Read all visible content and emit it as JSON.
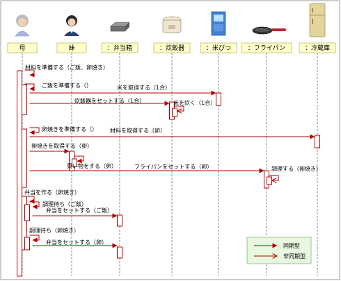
{
  "participants": [
    {
      "id": "mother",
      "label": "母",
      "icon": "mother-person-icon"
    },
    {
      "id": "sister",
      "label": "妹",
      "icon": "sister-person-icon"
    },
    {
      "id": "bento",
      "label": "：弁当箱",
      "icon": "lunchbox-icon"
    },
    {
      "id": "cooker",
      "label": "：炊飯器",
      "icon": "rice-cooker-icon"
    },
    {
      "id": "ricebin",
      "label": "：米びつ",
      "icon": "rice-bin-icon"
    },
    {
      "id": "pan",
      "label": "：フライパン",
      "icon": "frying-pan-icon"
    },
    {
      "id": "fridge",
      "label": "：冷蔵庫",
      "icon": "refrigerator-icon"
    }
  ],
  "messages": [
    {
      "from": "mother",
      "to": "mother",
      "label": "材料を準備する（ご飯、卵焼き）",
      "kind": "sync"
    },
    {
      "from": "mother",
      "to": "mother",
      "label": "ご飯を準備する（）",
      "kind": "sync"
    },
    {
      "from": "mother",
      "to": "ricebin",
      "label": "米を取得する（1合）",
      "kind": "sync"
    },
    {
      "from": "mother",
      "to": "cooker",
      "label": "炊飯器をセットする（1合）",
      "kind": "sync"
    },
    {
      "from": "cooker",
      "to": "cooker",
      "label": "米を炊く（1合）",
      "kind": "async"
    },
    {
      "from": "mother",
      "to": "mother",
      "label": "卵焼きを準備する（）",
      "kind": "sync"
    },
    {
      "from": "mother",
      "to": "fridge",
      "label": "材料を取得する（卵）",
      "kind": "sync"
    },
    {
      "from": "mother",
      "to": "sister",
      "label": "卵焼きを取得する（卵）",
      "kind": "sync"
    },
    {
      "from": "sister",
      "to": "sister",
      "label": "買い物をする（卵）",
      "kind": "sync"
    },
    {
      "from": "mother",
      "to": "pan",
      "label": "フライパンをセットする（卵）",
      "kind": "sync"
    },
    {
      "from": "pan",
      "to": "pan",
      "label": "調理する（卵焼き）",
      "kind": "async"
    },
    {
      "from": "mother",
      "to": "mother",
      "label": "弁当を作る（卵焼き）",
      "kind": "sync"
    },
    {
      "from": "mother",
      "to": "mother",
      "label": "調理待ち（ご飯）",
      "kind": "sync"
    },
    {
      "from": "mother",
      "to": "bento",
      "label": "弁当をセットする（ご飯）",
      "kind": "sync"
    },
    {
      "from": "mother",
      "to": "mother",
      "label": "調理待ち（卵焼き）",
      "kind": "sync"
    },
    {
      "from": "mother",
      "to": "bento",
      "label": "弁当をセットする（卵）",
      "kind": "sync"
    }
  ],
  "legend": {
    "sync_label": "同期型",
    "async_label": "非同期型"
  },
  "colors": {
    "message": "#b00000",
    "head_fill": "#ffffcc",
    "legend_fill": "#e8f7e0"
  }
}
